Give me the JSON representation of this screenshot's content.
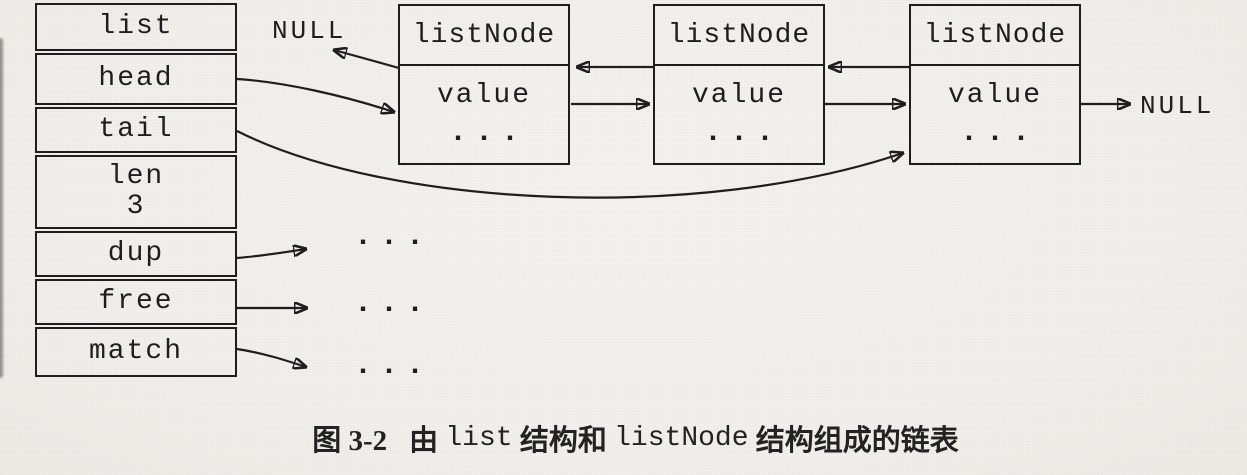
{
  "figure": {
    "list_struct": {
      "rows": [
        {
          "label": "list"
        },
        {
          "label": "head"
        },
        {
          "label": "tail"
        },
        {
          "label": "len",
          "value": "3"
        },
        {
          "label": "dup"
        },
        {
          "label": "free"
        },
        {
          "label": "match"
        }
      ]
    },
    "nodes": [
      {
        "title": "listNode",
        "value": "value",
        "ellipsis": "..."
      },
      {
        "title": "listNode",
        "value": "value",
        "ellipsis": "..."
      },
      {
        "title": "listNode",
        "value": "value",
        "ellipsis": "..."
      }
    ],
    "labels": {
      "null_left": "NULL",
      "null_right": "NULL",
      "dup_target": "...",
      "free_target": "...",
      "match_target": "..."
    },
    "colors": {
      "ink": "#1e1e1e",
      "paper": "#f1f0ec"
    }
  },
  "caption": {
    "figure_label": "图 3-2",
    "part1": "由 ",
    "code1": "list",
    "part2": " 结构和 ",
    "code2": "listNode",
    "part3": " 结构组成的链表"
  }
}
